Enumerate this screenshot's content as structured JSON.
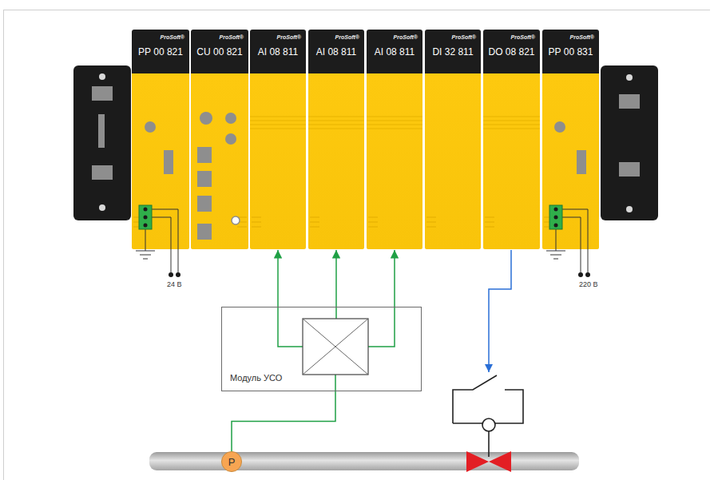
{
  "diagram": {
    "nodes": [
      {
        "text": [
          "ProSoft®",
          "PP 00 821"
        ]
      },
      {
        "text": [
          "ProSoft®",
          "CU 00 821"
        ]
      },
      {
        "text": [
          "ProSoft®",
          "AI 08 811"
        ]
      },
      {
        "text": [
          "ProSoft®",
          "AI 08 811"
        ]
      },
      {
        "text": [
          "ProSoft®",
          "AI 08 811"
        ]
      },
      {
        "text": [
          "ProSoft®",
          "DI 32 811"
        ]
      },
      {
        "text": [
          "ProSoft®",
          "DO 08 821"
        ]
      },
      {
        "text": [
          "ProSoft®",
          "PP 00 831"
        ]
      },
      {
        "text": [
          "Модуль УСО"
        ]
      },
      {
        "text": [
          "P"
        ]
      }
    ],
    "edges": [
      {
        "from": 8,
        "to": 2,
        "arrow": "to"
      },
      {
        "from": 8,
        "to": 3,
        "arrow": "to"
      },
      {
        "from": 8,
        "to": 4,
        "arrow": "to"
      },
      {
        "from": 9,
        "to": 8,
        "arrow": "none"
      }
    ],
    "labels": [
      "24 В",
      "220 В"
    ]
  }
}
